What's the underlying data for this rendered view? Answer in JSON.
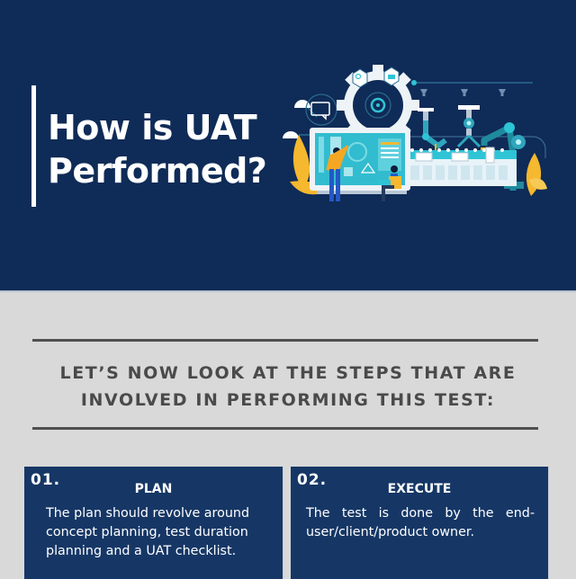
{
  "hero": {
    "title_line1": "How is UAT",
    "title_line2": "Performed?",
    "background_color": "#0f2b57",
    "illustration": "uat-testing-automation-illustration"
  },
  "section": {
    "subheading_line1": "LET’S NOW LOOK AT THE STEPS THAT ARE",
    "subheading_line2": "INVOLVED IN PERFORMING THIS TEST:"
  },
  "steps": [
    {
      "number": "01.",
      "title": "PLAN",
      "description": "The plan should revolve around concept planning, test duration planning and a UAT checklist."
    },
    {
      "number": "02.",
      "title": "EXECUTE",
      "description": "The test is done by the end-user/client/product owner."
    }
  ],
  "colors": {
    "navy": "#0f2b57",
    "card": "#163766",
    "page_bg": "#d9d9d9",
    "subhead": "#4a4a4a",
    "accent_teal": "#2ec4d6",
    "accent_yellow": "#f5b82e"
  }
}
